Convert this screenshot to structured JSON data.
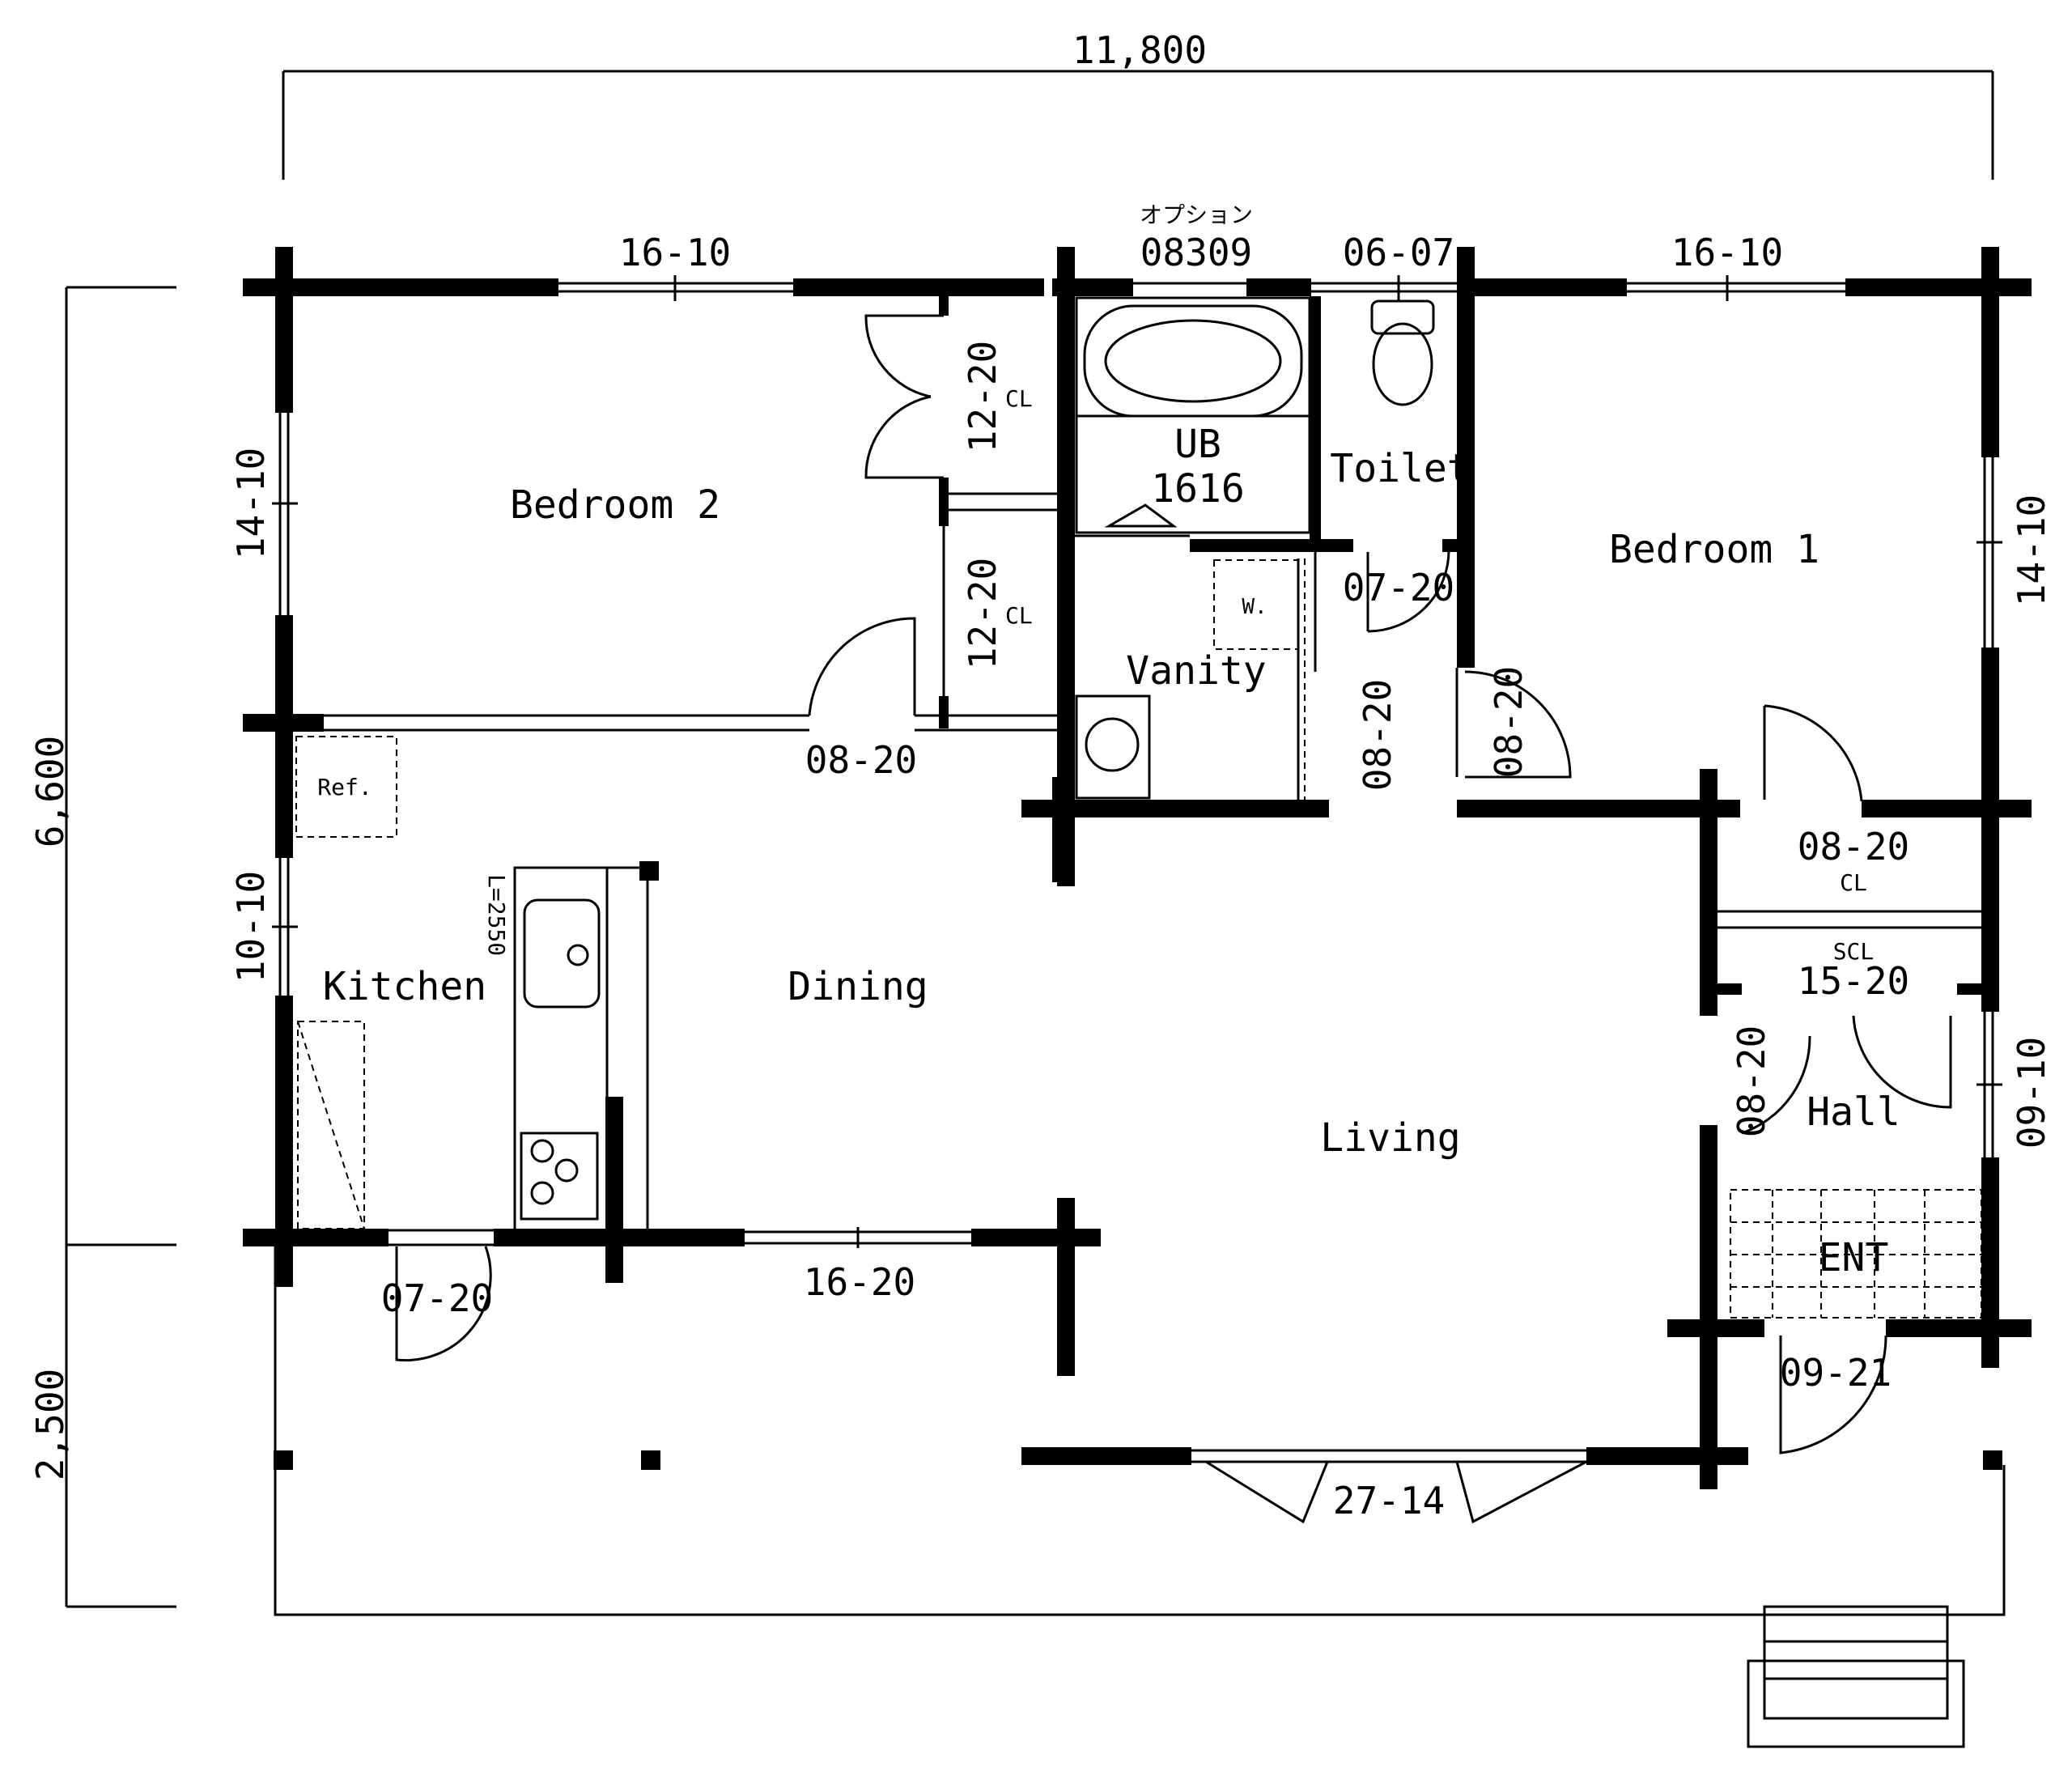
{
  "dimensions": {
    "width_total": "11,800",
    "height_main": "6,600",
    "height_porch": "2,500"
  },
  "rooms": {
    "bedroom2": "Bedroom 2",
    "bedroom1": "Bedroom 1",
    "ub": "UB",
    "ub_code": "1616",
    "toilet": "Toilet",
    "vanity": "Vanity",
    "kitchen": "Kitchen",
    "dining": "Dining",
    "living": "Living",
    "hall": "Hall",
    "ent": "ENT"
  },
  "fixtures": {
    "ref": "Ref.",
    "washer": "W.",
    "counter": "L=2550"
  },
  "openings": {
    "win_b2_top": "16-10",
    "option_label": "オプション",
    "option_code": "08309",
    "win_toilet": "06-07",
    "win_b1_top": "16-10",
    "win_b2_left": "14-10",
    "win_b1_right": "14-10",
    "cl_top": "12-20",
    "cl_top_sub": "CL",
    "cl_bottom": "12-20",
    "cl_bottom_sub": "CL",
    "door_b2": "08-20",
    "door_toilet": "07-20",
    "door_vanity": "08-20",
    "door_b1_left": "08-20",
    "door_b1_cl": "08-20",
    "door_b1_cl_sub": "CL",
    "scl_sub": "SCL",
    "scl": "15-20",
    "door_hall": "08-20",
    "win_kitchen": "10-10",
    "win_hall": "09-10",
    "door_kitchen": "07-20",
    "win_dining": "16-20",
    "door_ent": "09-21",
    "door_living": "27-14"
  }
}
